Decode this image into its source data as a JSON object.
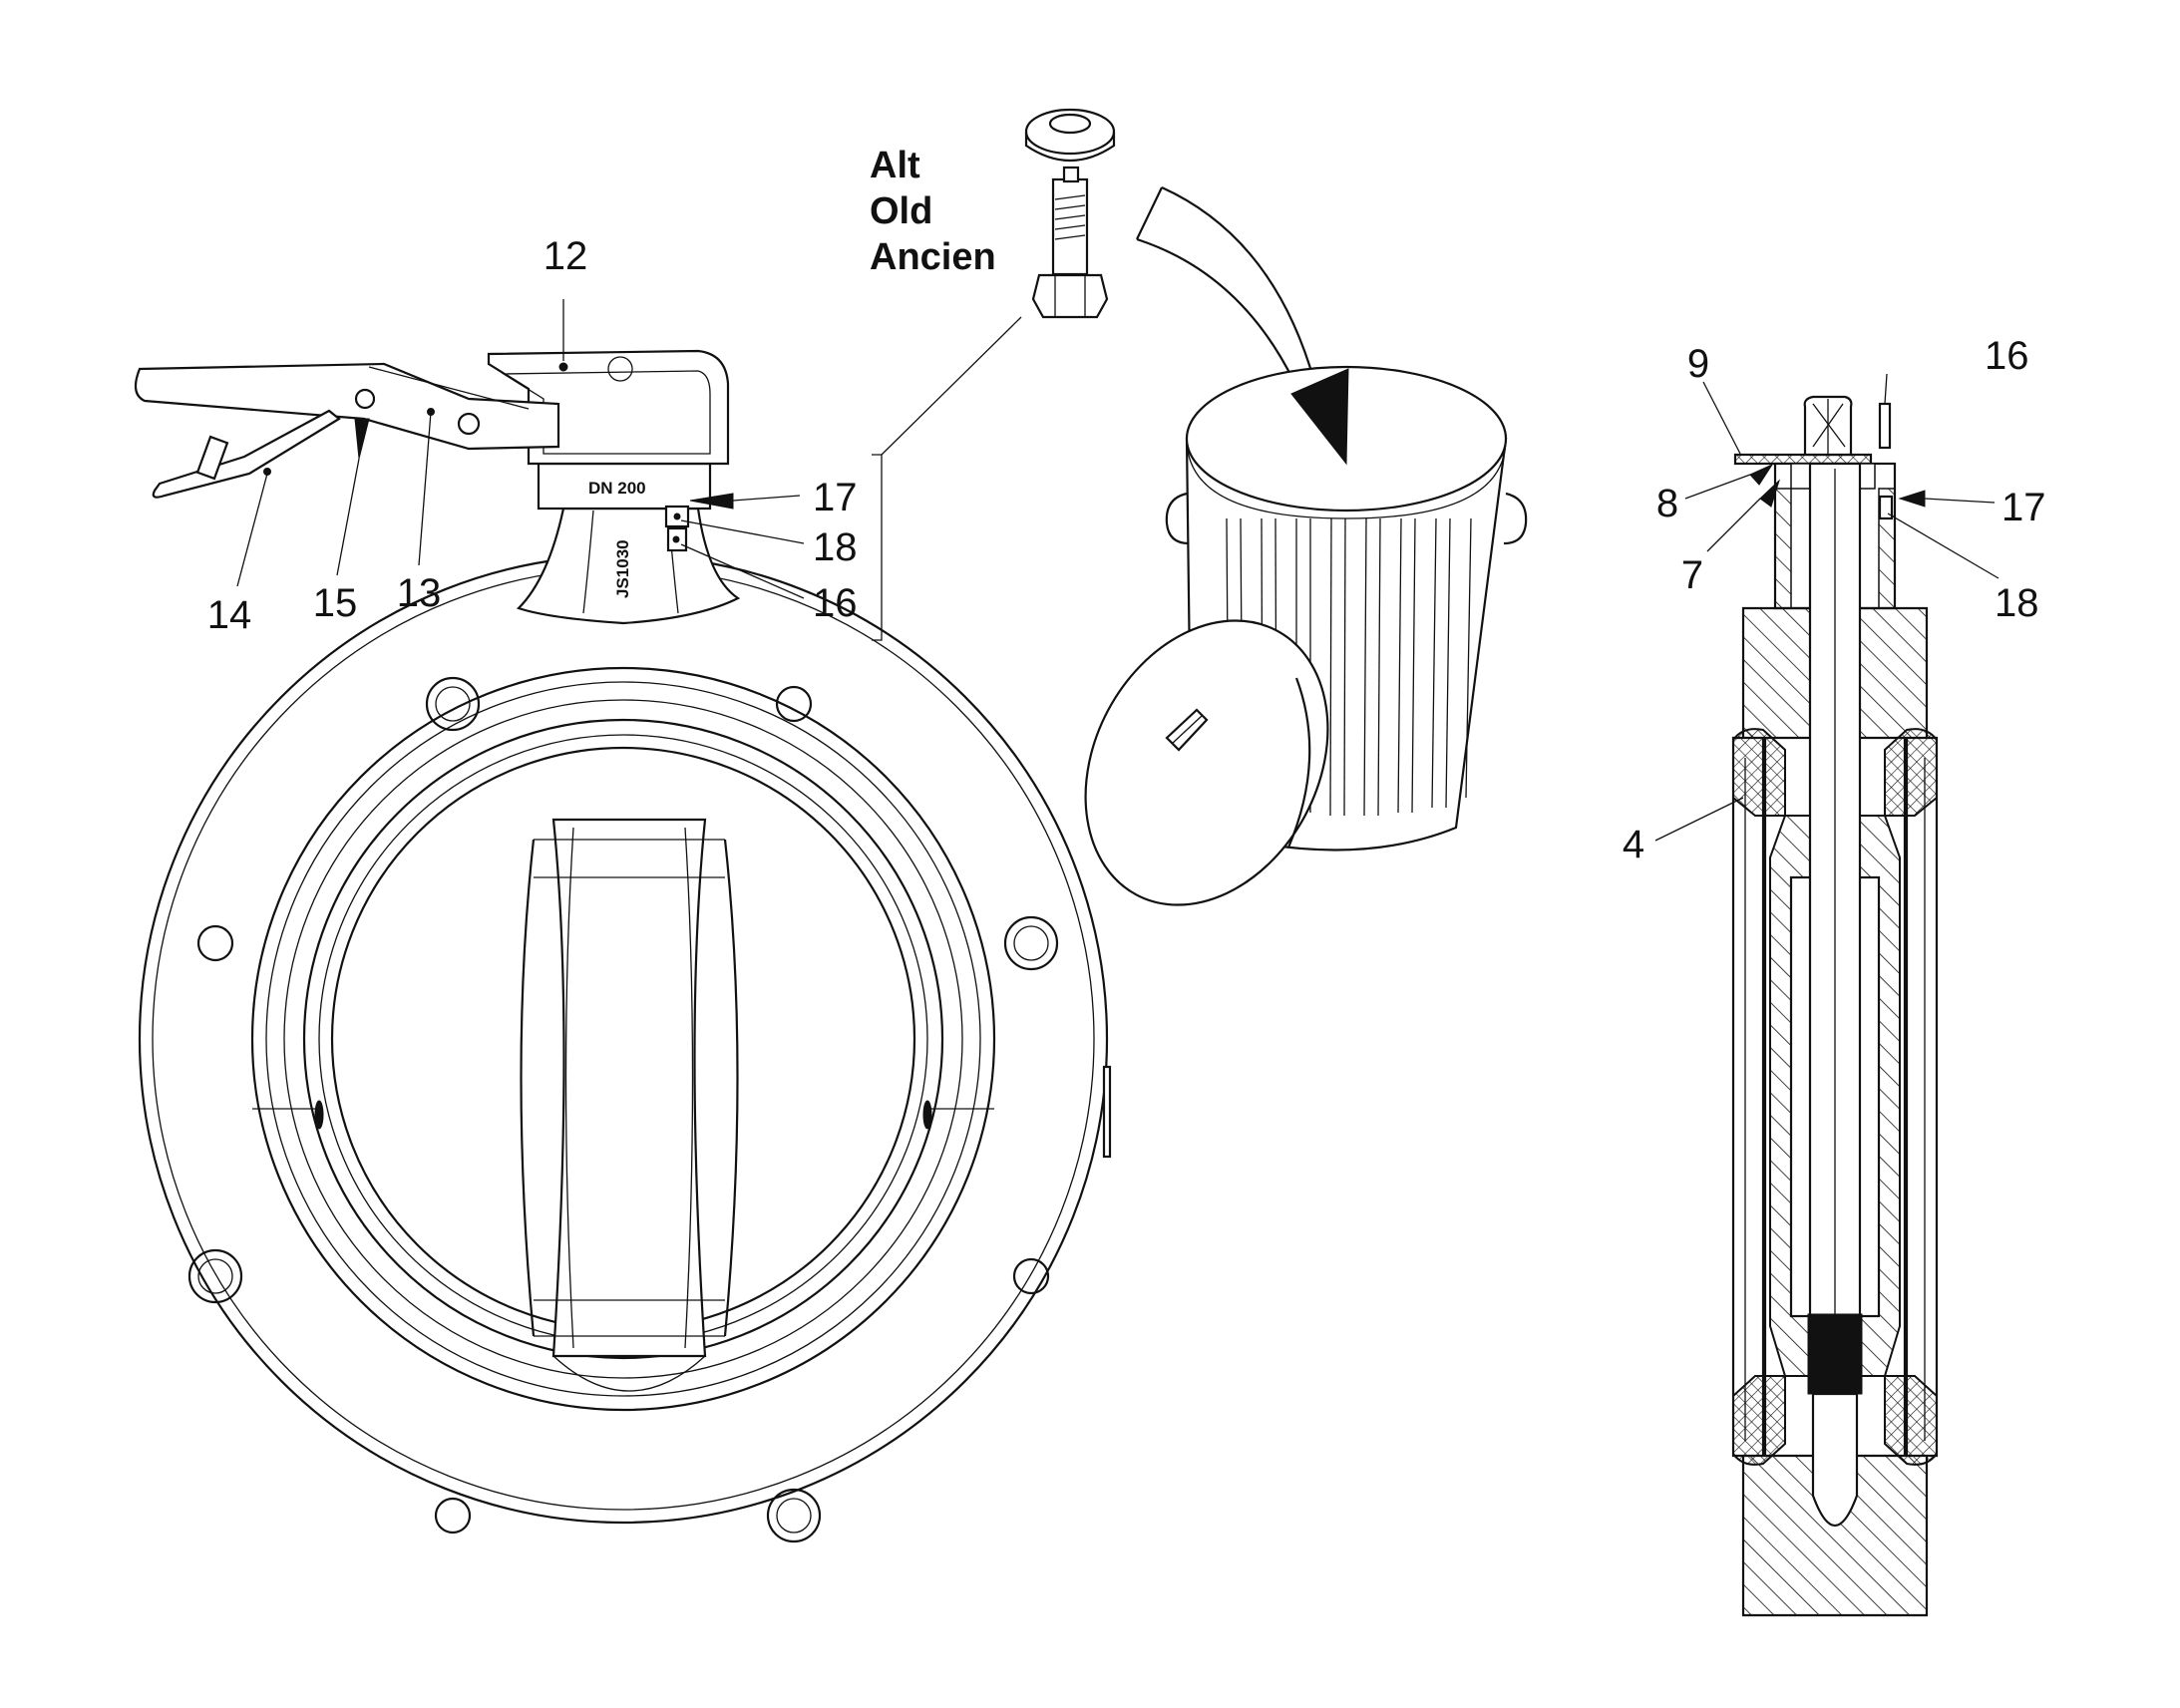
{
  "note": {
    "lines": [
      "Alt",
      "Old",
      "Ancien"
    ]
  },
  "markings": {
    "size": "DN 200",
    "code": "JS1030"
  },
  "callouts": {
    "front": [
      "12",
      "13",
      "14",
      "15",
      "16",
      "17",
      "18"
    ],
    "section": [
      "4",
      "7",
      "8",
      "9",
      "16",
      "17",
      "18"
    ]
  },
  "colors": {
    "line": "#111111",
    "background": "#ffffff",
    "hatch": "#111111"
  },
  "icons": [
    "bolt-icon",
    "washer-icon",
    "waste-bin-icon",
    "arrow-icon"
  ]
}
